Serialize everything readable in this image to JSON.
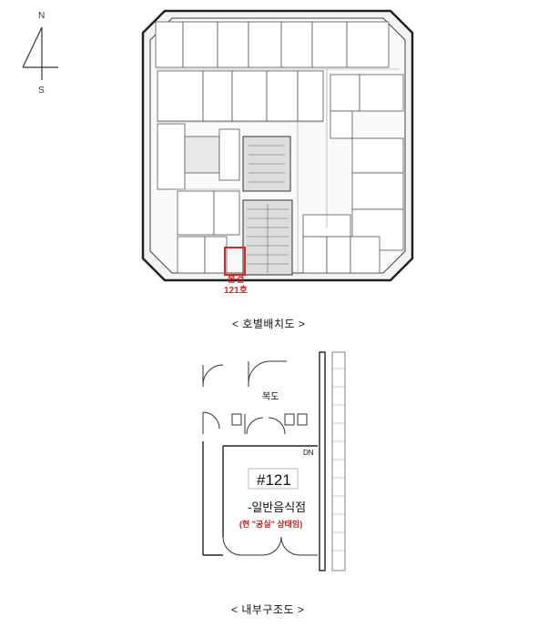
{
  "compass": {
    "north": "N",
    "south": "S"
  },
  "floor_plan": {
    "subject_label": "본건",
    "subject_unit": "121호",
    "caption": "< 호별배치도 >"
  },
  "interior_plan": {
    "corridor_label": "복도",
    "stair_label": "DN",
    "room_number": "#121",
    "use_label": "-일반음식점",
    "status_label": "(현 \"공실\" 상태임)",
    "caption": "< 내부구조도 >"
  },
  "colors": {
    "highlight": "#d3292a",
    "line": "#333333"
  }
}
